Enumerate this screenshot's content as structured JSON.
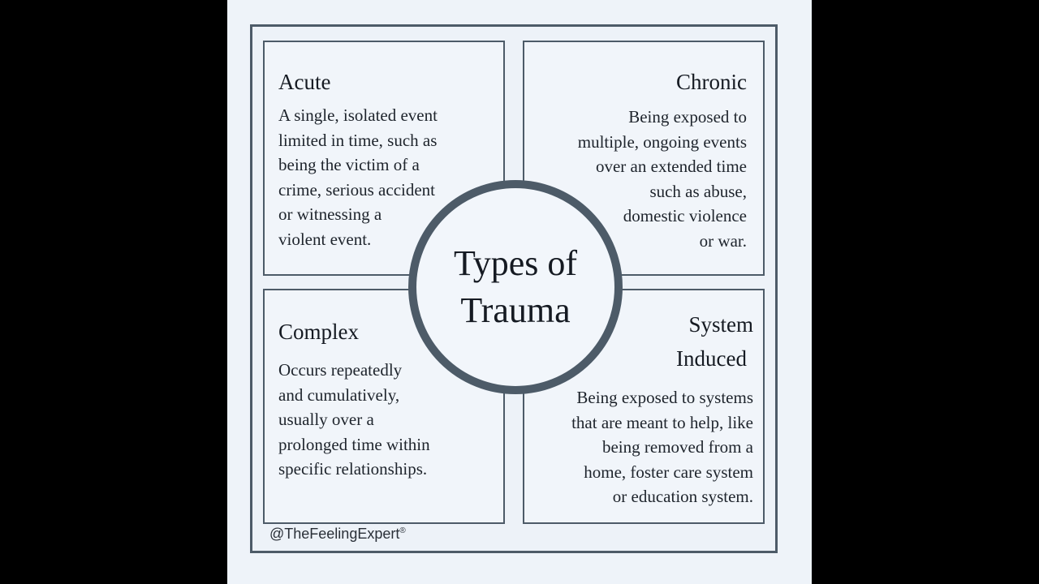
{
  "title_lines": [
    "Types of",
    "Trauma"
  ],
  "quadrants": {
    "acute": {
      "heading": [
        "Acute"
      ],
      "lines": [
        "A single, isolated event",
        "limited in time, such as",
        "being the victim of a",
        "crime, serious accident",
        "or witnessing a",
        "violent event."
      ]
    },
    "chronic": {
      "heading": [
        "Chronic"
      ],
      "lines": [
        "Being exposed to",
        "multiple, ongoing events",
        "over an extended time",
        "such as abuse,",
        "domestic violence",
        "or war."
      ]
    },
    "complex": {
      "heading": [
        "Complex"
      ],
      "lines": [
        "Occurs repeatedly",
        "and cumulatively,",
        "usually over a",
        "prolonged time within",
        "specific relationships."
      ]
    },
    "system": {
      "heading": [
        "System",
        "Induced"
      ],
      "lines": [
        "Being exposed to systems",
        "that are meant to help, like",
        "being removed from a",
        "home, foster care system",
        "or education system."
      ]
    }
  },
  "credit": "@TheFeelingExpert",
  "credit_mark": "®"
}
